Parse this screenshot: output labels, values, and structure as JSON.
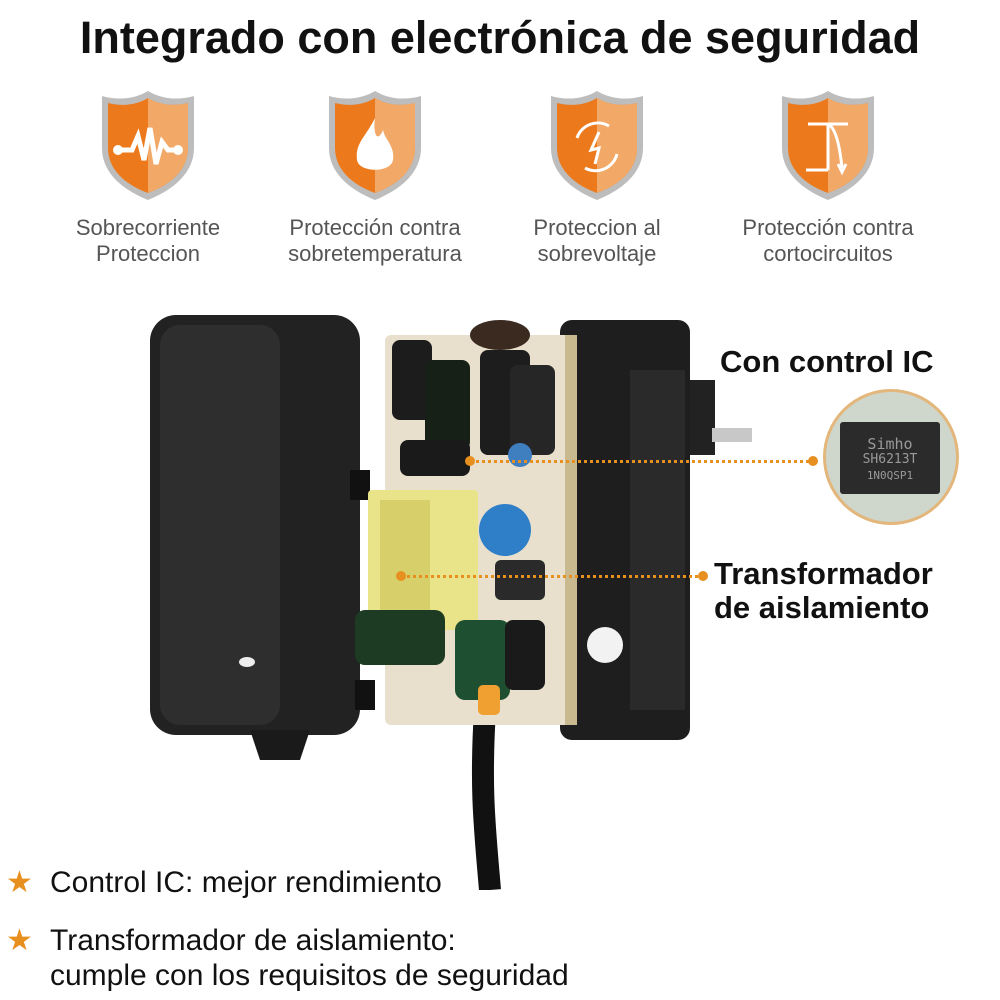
{
  "title": "Integrado con electrónica de seguridad",
  "accent": "#e8901f",
  "features": [
    {
      "icon": "pulse-shield-icon",
      "line1": "Sobrecorriente",
      "line2": "Proteccion"
    },
    {
      "icon": "flame-shield-icon",
      "line1": "Protección contra",
      "line2": "sobretemperatura"
    },
    {
      "icon": "voltage-cycle-shield-icon",
      "line1": "Proteccion al",
      "line2": "sobrevoltaje"
    },
    {
      "icon": "short-circuit-shield-icon",
      "line1": "Protección contra",
      "line2": "cortocircuitos"
    }
  ],
  "callouts": {
    "ic": "Con control IC",
    "transformer_line1": "Transformador",
    "transformer_line2": "de aislamiento"
  },
  "chip": {
    "line1": "Simho",
    "line2": "SH6213T",
    "line3": "1N0QSP1"
  },
  "bullets": [
    {
      "text": "Control IC: mejor rendimiento"
    },
    {
      "line1": "Transformador de aislamiento:",
      "line2": "cumple con los requisitos de seguridad"
    }
  ]
}
